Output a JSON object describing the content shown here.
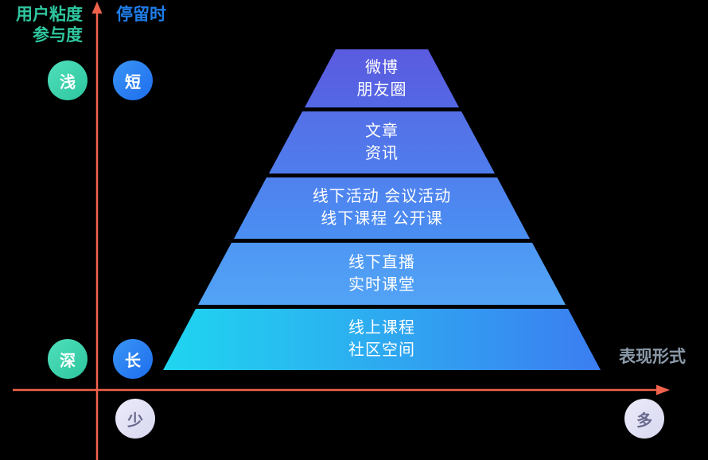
{
  "axis_labels": {
    "top_left_line1": "用户粘度",
    "top_left_line2": "参与度",
    "top_blue": "停留时",
    "right": "表现形式"
  },
  "badges": {
    "shallow": "浅",
    "short": "短",
    "deep": "深",
    "long": "长",
    "few": "少",
    "many": "多"
  },
  "pyramid": {
    "layers": [
      {
        "lines": [
          "微博",
          "朋友圈"
        ]
      },
      {
        "lines": [
          "文章",
          "资讯"
        ]
      },
      {
        "lines": [
          "线下活动 会议活动",
          "线下课程 公开课"
        ]
      },
      {
        "lines": [
          "线下直播",
          "实时课堂"
        ]
      },
      {
        "lines": [
          "线上课程",
          "社区空间"
        ]
      }
    ]
  },
  "colors": {
    "axis": "#f0624c",
    "label_green": "#2fc7a0",
    "label_blue": "#1f7de9",
    "label_gray": "#8b9aa9",
    "layer1_top": "#5b5be0",
    "layer2": "#5373e8",
    "layer3": "#4d86ef",
    "layer4": "#4f9af4",
    "layer5_left": "#1fd6f0",
    "layer5_right": "#3c7df1",
    "badge_green": "#2dc59e",
    "badge_blue": "#2e84ef",
    "badge_lavender": "#dedef3"
  }
}
